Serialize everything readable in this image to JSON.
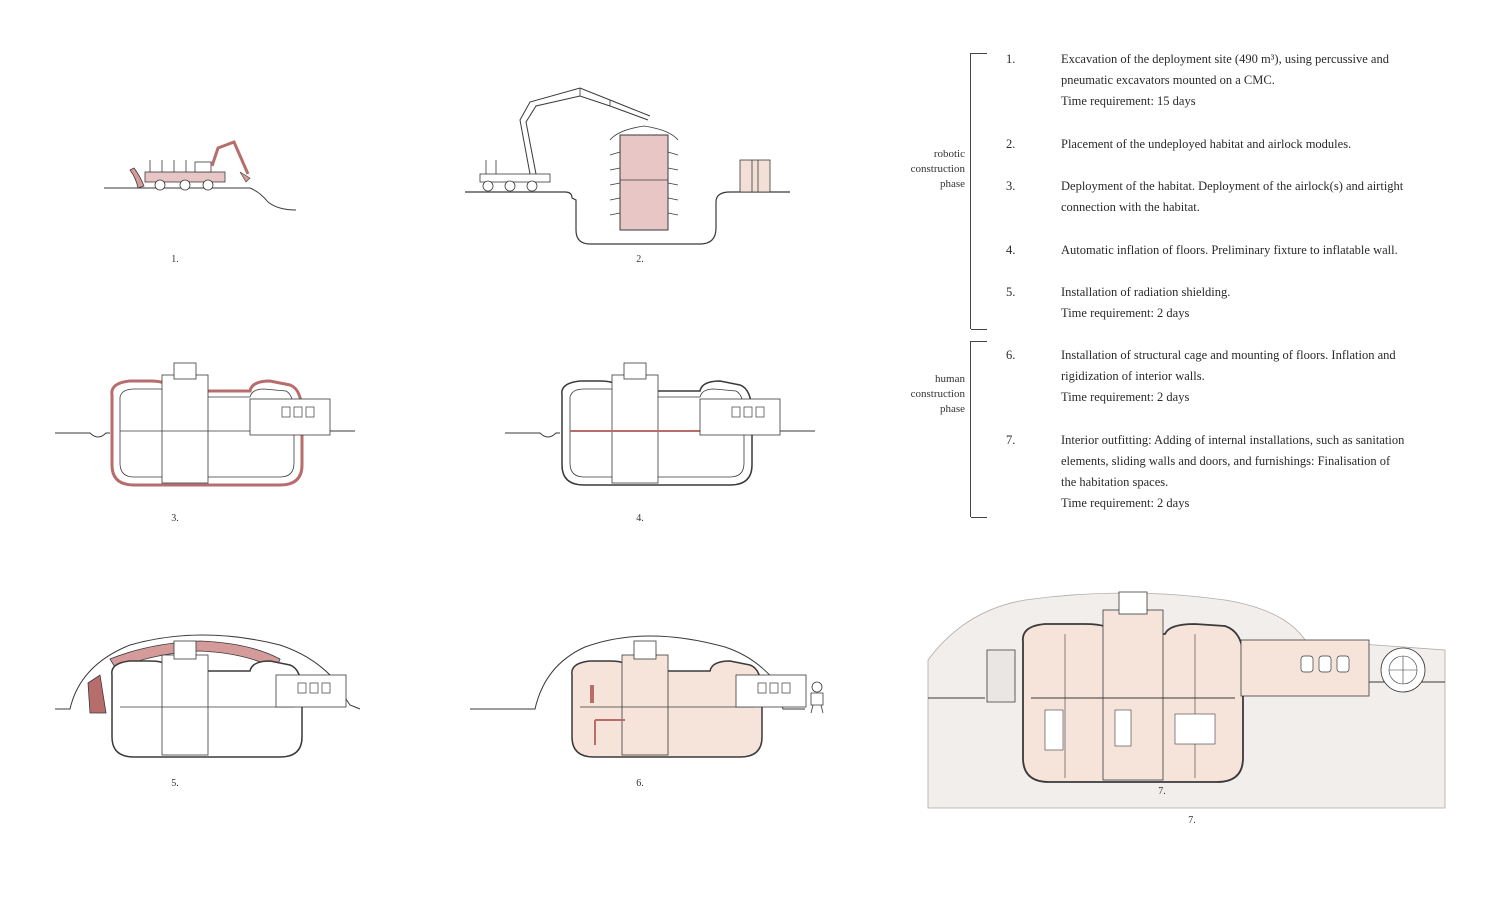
{
  "captions": {
    "p1": "1.",
    "p2": "2.",
    "p3": "3.",
    "p4": "4.",
    "p5": "5.",
    "p6": "6.",
    "p7_inner": "7.",
    "p7": "7."
  },
  "phases": {
    "robotic": [
      "robotic",
      "construction",
      "phase"
    ],
    "human": [
      "human",
      "construction",
      "phase"
    ]
  },
  "steps": [
    {
      "num": "1.",
      "lines": [
        "Excavation of the deployment site (490 m³), using percussive and",
        "pneumatic excavators mounted on a CMC.",
        "Time requirement: 15 days"
      ]
    },
    {
      "num": "2.",
      "lines": [
        "Placement of the undeployed habitat and airlock modules."
      ]
    },
    {
      "num": "3.",
      "lines": [
        "Deployment of the habitat. Deployment of the airlock(s) and airtight",
        "connection with the habitat."
      ]
    },
    {
      "num": "4.",
      "lines": [
        "Automatic inflation of floors. Preliminary fixture to inflatable wall."
      ]
    },
    {
      "num": "5.",
      "lines": [
        "Installation of radiation shielding.",
        "Time requirement: 2 days"
      ]
    },
    {
      "num": "6.",
      "lines": [
        "Installation of structural cage and mounting of floors. Inflation and",
        "rigidization of interior walls.",
        "Time requirement: 2 days"
      ]
    },
    {
      "num": "7.",
      "lines": [
        "Interior outfitting: Adding of internal installations, such as sanitation",
        "elements, sliding walls and doors,  and furnishings: Finalisation of",
        "the habitation spaces.",
        "Time requirement: 2 days"
      ]
    }
  ],
  "colors": {
    "accent_red": "#b86d6d",
    "module_pink": "#e9c6c6",
    "interior_peach": "#f6e3da",
    "regolith": "#f1eeeb",
    "line": "#3a3a3a"
  }
}
